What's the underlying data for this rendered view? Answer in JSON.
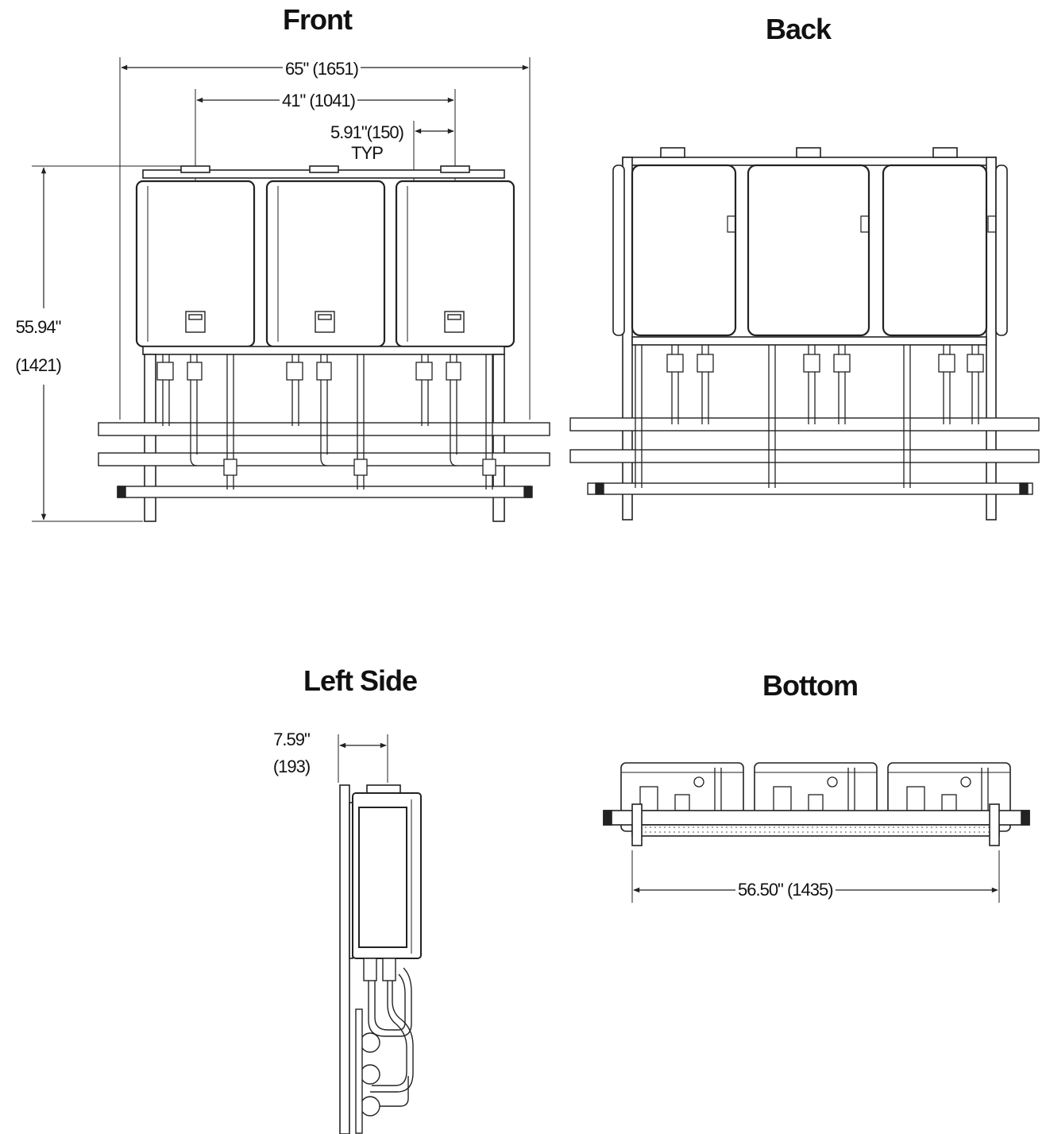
{
  "views": {
    "front": "Front",
    "back": "Back",
    "left_side": "Left Side",
    "bottom": "Bottom"
  },
  "dimensions": {
    "overall_width": "65\" (1651)",
    "center_width": "41\" (1041)",
    "spacing": "5.91\"(150)",
    "spacing_note": "TYP",
    "height_in": "55.94\"",
    "height_mm": "(1421)",
    "depth_in": "7.59\"",
    "depth_mm": "(193)",
    "bottom_width": "56.50\" (1435)"
  }
}
